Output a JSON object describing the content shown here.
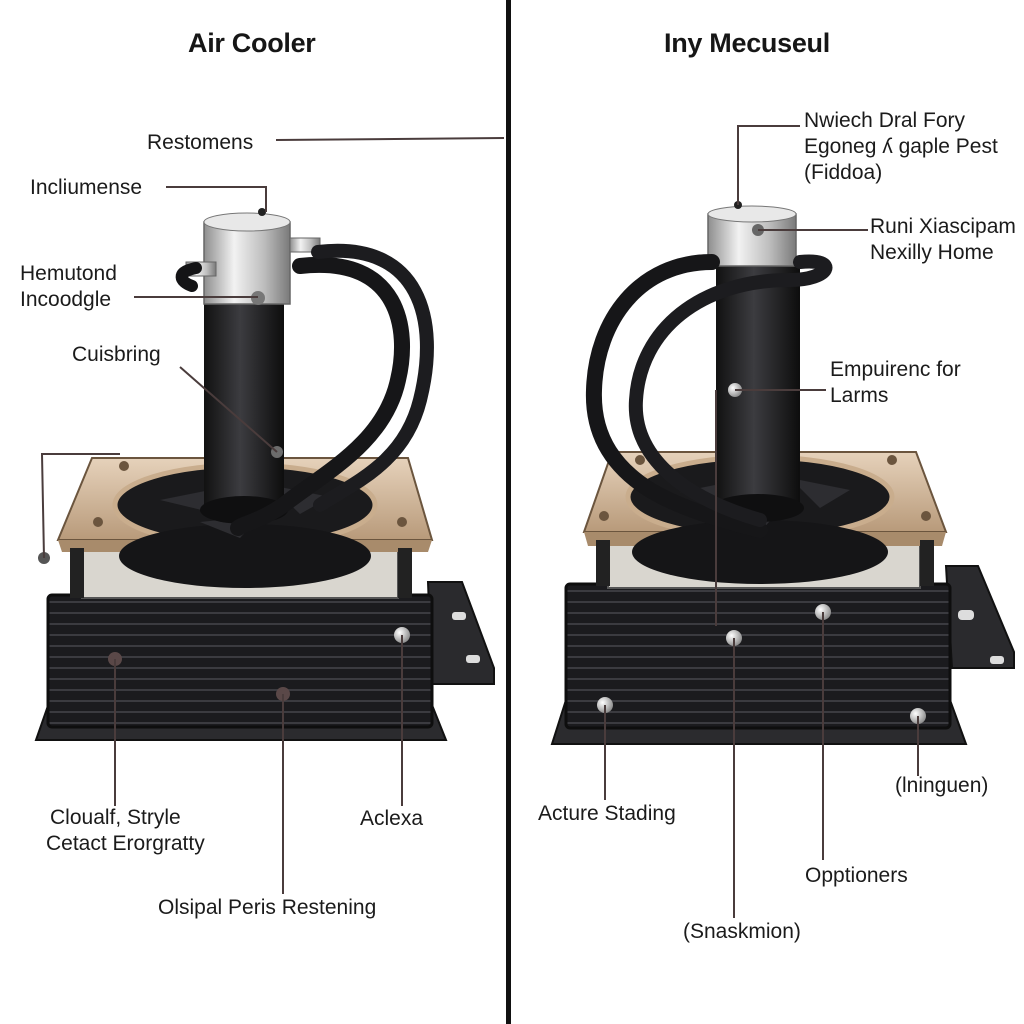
{
  "left_panel": {
    "title": "Air Cooler",
    "labels": {
      "restomens": "Restomens",
      "incliumense": "Incliumense",
      "hemutond": [
        "Hemutond",
        "Incoodgle"
      ],
      "cuisbring": "Cuisbring",
      "cloualf": [
        "Cloualf, Stryle",
        "Cetact Erorgratty"
      ],
      "aclexa": "Aclexa",
      "olsipal": "Olsipal Peris Restening"
    }
  },
  "right_panel": {
    "title": "Iny Mecuseul",
    "labels": {
      "nwiech": [
        "Nwiech Dral Fory",
        "Egoneg ʎ gaple Pest",
        "(Fiddoa)"
      ],
      "runi": [
        "Runi Xiascipam",
        "Nexilly Home"
      ],
      "empuirenc": [
        "Empuirenc for",
        "Larms"
      ],
      "acture": "Acture Stading",
      "lninguen": "(lninguen)",
      "opptioners": "Opptioners",
      "snaskmion": "(Snaskmion)"
    }
  },
  "colors": {
    "body": "#1c1c1e",
    "fin_line": "#3a3a3e",
    "frame": "#cdb59a",
    "metal": "#c9c9c9",
    "leader": "#4a3c3c",
    "divider": "#111111"
  },
  "icons": [
    "cooler-illustration",
    "callout-dot"
  ]
}
